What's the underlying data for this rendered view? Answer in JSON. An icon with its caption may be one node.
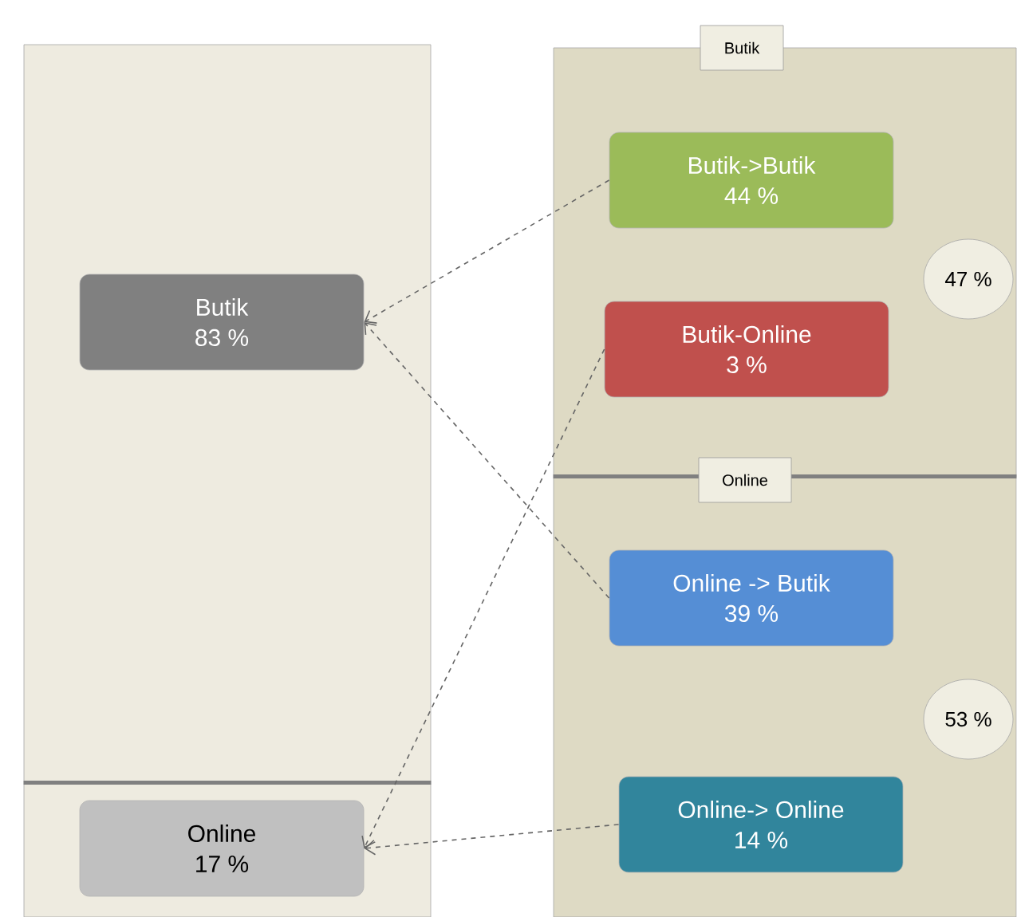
{
  "diagram": {
    "nodes": [
      {
        "text": [],
        "shape": "box"
      },
      {
        "text": [
          "Butik",
          "83 %"
        ],
        "in": 0
      },
      {
        "text": [],
        "shape": "box"
      },
      {
        "text": [
          "Online",
          "17 %"
        ],
        "in": 2
      },
      {
        "text": [
          "Butik"
        ]
      },
      {
        "text": [
          "Butik->Butik",
          "44 %"
        ],
        "in": 4
      },
      {
        "text": [
          "Butik-Online",
          "3 %"
        ],
        "in": 4
      },
      {
        "text": [
          "47 %"
        ],
        "in": 4
      },
      {
        "text": [
          "Online"
        ]
      },
      {
        "text": [
          "Online -> Butik",
          "39 %"
        ],
        "in": 8
      },
      {
        "text": [
          "Online-> Online",
          "14 %"
        ],
        "in": 8
      },
      {
        "text": [
          "53 %"
        ],
        "in": 8
      }
    ],
    "edges": [
      {
        "from": 5,
        "to": 1,
        "arrow": "to",
        "style": "dashed"
      },
      {
        "from": 9,
        "to": 1,
        "arrow": "to",
        "style": "dashed"
      },
      {
        "from": 6,
        "to": 3,
        "arrow": "to",
        "style": "dashed"
      },
      {
        "from": 10,
        "to": 3,
        "arrow": "to",
        "style": "dashed"
      }
    ]
  }
}
